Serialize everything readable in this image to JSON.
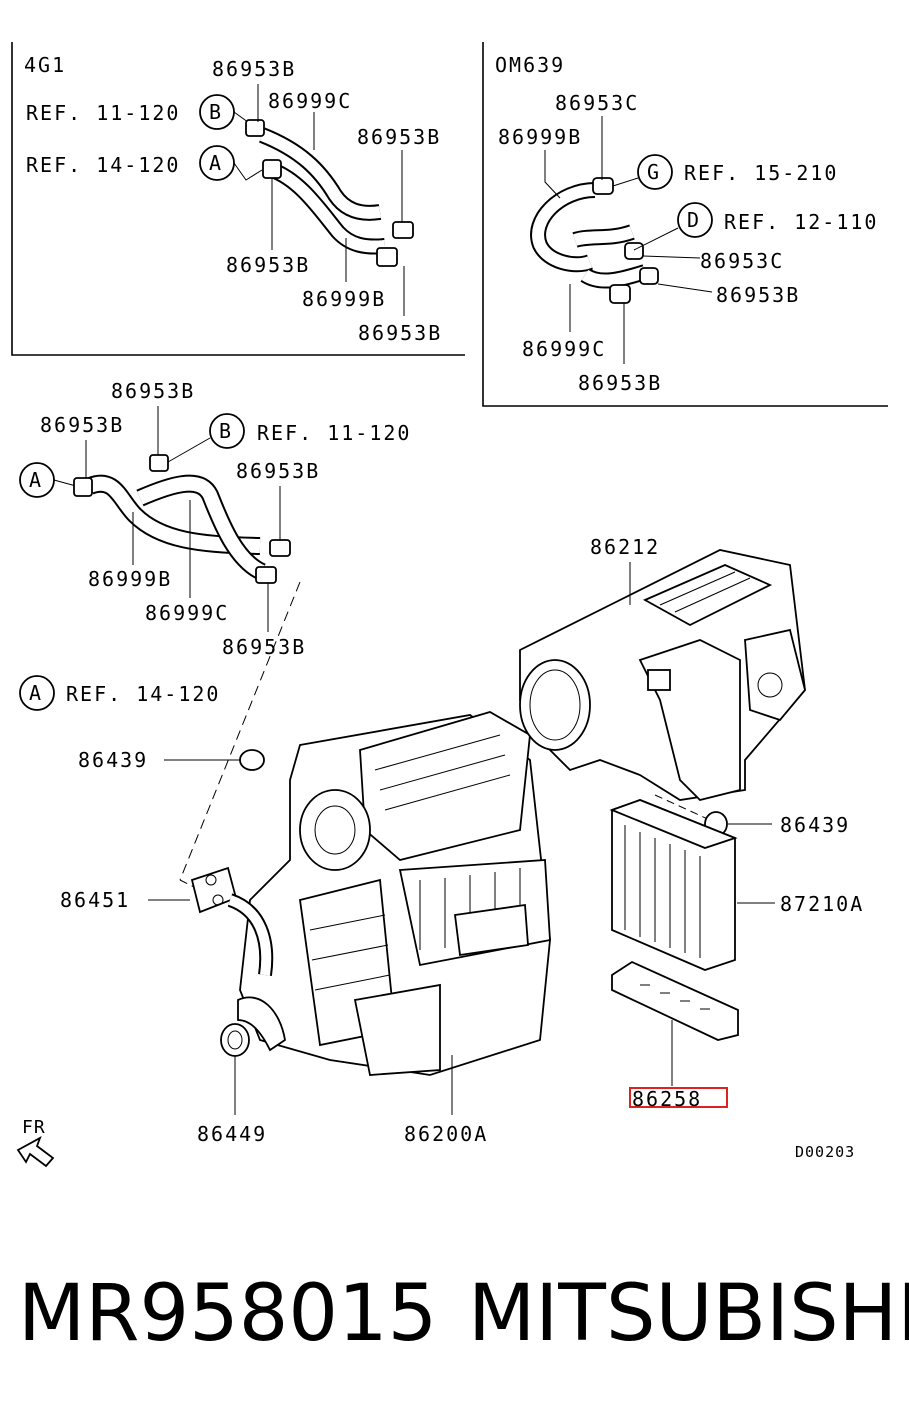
{
  "insets": {
    "engine_4g1": {
      "title": "4G1",
      "ref_b": "REF. 11-120",
      "ref_a": "REF. 14-120",
      "clamp_top": "86953B",
      "hose_top": "86999C",
      "clamp_right": "86953B",
      "clamp_bottom_left": "86953B",
      "hose_bottom": "86999B",
      "clamp_bottom_right": "86953B"
    },
    "engine_om639": {
      "title": "OM639",
      "clamp_top": "86953C",
      "hose_left": "86999B",
      "ref_g": "REF. 15-210",
      "ref_d": "REF. 12-110",
      "clamp_mid": "86953C",
      "clamp_right": "86953B",
      "hose_bottom": "86999C",
      "clamp_bottom": "86953B"
    }
  },
  "markers": {
    "a": "A",
    "b": "B",
    "d": "D",
    "g": "G"
  },
  "main": {
    "clamp_top": "86953B",
    "clamp_left": "86953B",
    "ref_b": "REF. 11-120",
    "clamp_right": "86953B",
    "hose_a": "86999B",
    "hose_b": "86999C",
    "clamp_lower": "86953B",
    "ref_a": "REF. 14-120",
    "grommet_left": "86439",
    "grommet_right": "86439",
    "gasket": "86451",
    "seal": "86449",
    "heater_unit": "86200A",
    "blower_case": "86212",
    "filter": "87210A",
    "filter_cover": "86258",
    "front_label": "FR",
    "diagram_code": "D00203"
  },
  "footer": {
    "part_number": "MR958015",
    "brand": "MITSUBISHI"
  },
  "colors": {
    "highlight": "#dd2222",
    "ink": "#000000"
  }
}
